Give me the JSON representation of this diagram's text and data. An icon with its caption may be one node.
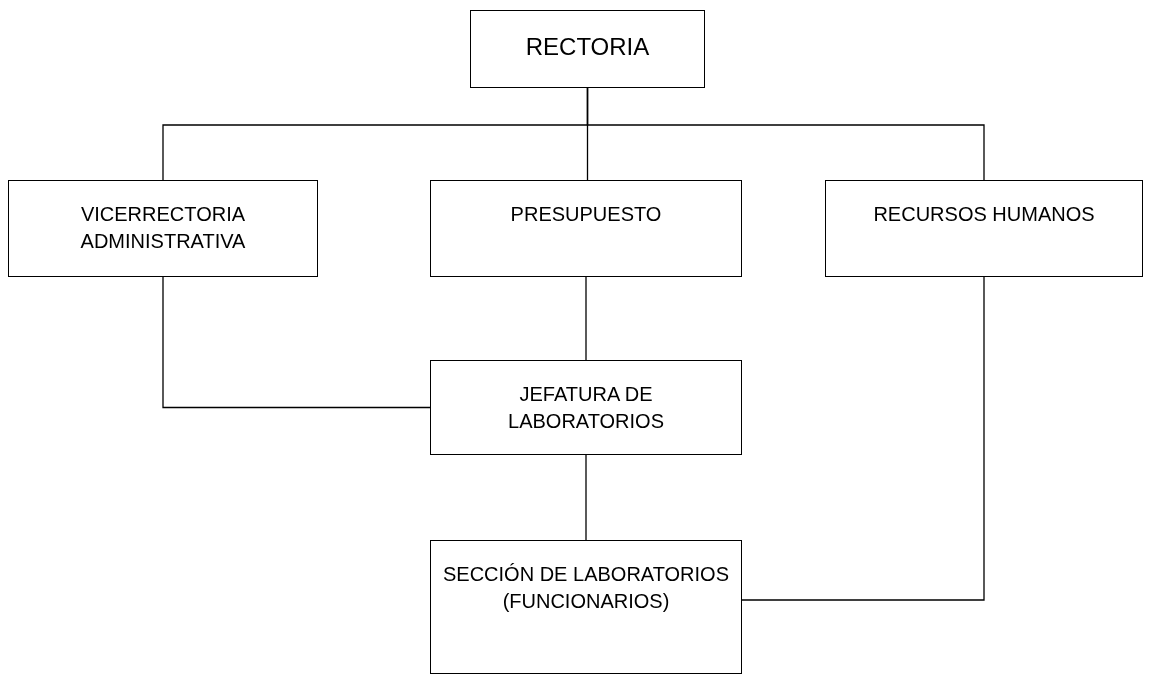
{
  "diagram": {
    "nodes": [
      {
        "text": [
          "RECTORIA"
        ]
      },
      {
        "text": [
          "VICERRECTORIA ADMINISTRATIVA"
        ]
      },
      {
        "text": [
          "PRESUPUESTO"
        ]
      },
      {
        "text": [
          "RECURSOS HUMANOS"
        ]
      },
      {
        "text": [
          "JEFATURA DE LABORATORIOS"
        ]
      },
      {
        "text": [
          "SECCIÓN DE LABORATORIOS (FUNCIONARIOS)"
        ]
      }
    ],
    "edges": [
      {
        "from": 0,
        "to": 1,
        "arrow": "none"
      },
      {
        "from": 0,
        "to": 2,
        "arrow": "none"
      },
      {
        "from": 0,
        "to": 3,
        "arrow": "none"
      },
      {
        "from": 1,
        "to": 4,
        "arrow": "none"
      },
      {
        "from": 2,
        "to": 4,
        "arrow": "none"
      },
      {
        "from": 4,
        "to": 5,
        "arrow": "none"
      },
      {
        "from": 3,
        "to": 5,
        "arrow": "none"
      }
    ]
  }
}
